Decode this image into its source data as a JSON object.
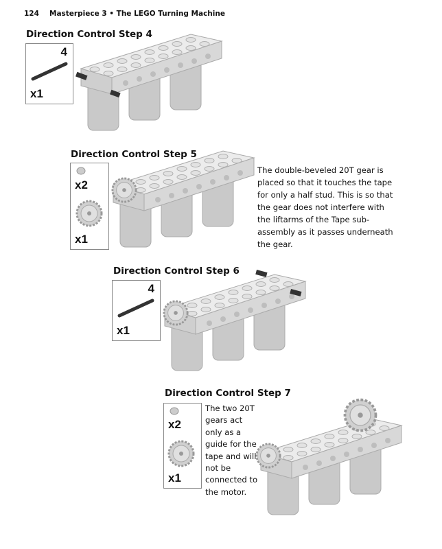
{
  "header": {
    "page_number": "124",
    "title": "Masterpiece 3 • The LEGO Turning Machine"
  },
  "steps": [
    {
      "heading": "Direction Control Step 4",
      "parts": [
        {
          "label": "4",
          "qty": "x1",
          "icon": "axle-icon"
        }
      ]
    },
    {
      "heading": "Direction Control Step 5",
      "parts": [
        {
          "qty": "x2",
          "icon": "bushing-icon"
        },
        {
          "qty": "x1",
          "icon": "gear-20t-icon"
        }
      ],
      "note": "The double-beveled 20T gear is placed so that it touches the tape for only a half stud. This is so that the gear does not interfere with the liftarms of the Tape sub-assembly as it passes underneath the gear."
    },
    {
      "heading": "Direction Control Step 6",
      "parts": [
        {
          "label": "4",
          "qty": "x1",
          "icon": "axle-icon"
        }
      ]
    },
    {
      "heading": "Direction Control Step 7",
      "parts": [
        {
          "qty": "x2",
          "icon": "bushing-icon"
        },
        {
          "qty": "x1",
          "icon": "gear-20t-icon"
        }
      ],
      "note": "The two 20T gears act only as a guide for the tape and will not be connected to the motor."
    }
  ]
}
